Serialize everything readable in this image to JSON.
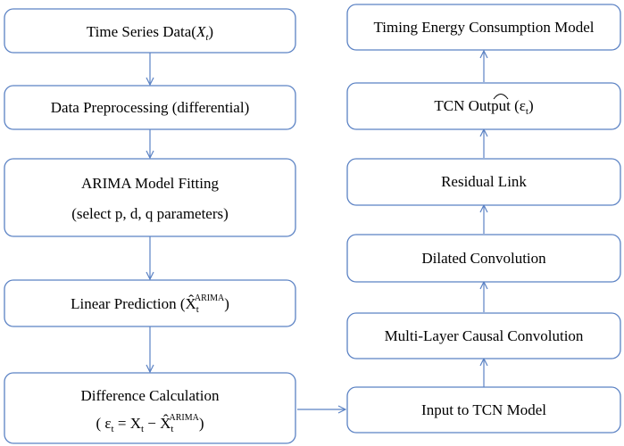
{
  "left": {
    "time_series": {
      "text": "Time Series Data(",
      "var": "X",
      "sub": "t",
      "close": ")"
    },
    "preprocessing": {
      "text": "Data Preprocessing (differential)"
    },
    "arima": {
      "line1": "ARIMA Model Fitting",
      "line2": "(select p, d, q parameters)"
    },
    "linear": {
      "text": "Linear Prediction (",
      "var": "X̂",
      "sub": "t",
      "sup": "ARIMA",
      "close": ")"
    },
    "difference": {
      "line1": "Difference Calculation",
      "open": "( ε",
      "sub1": "t",
      "eq": " = X",
      "sub2": "t",
      "minus": " − X̂",
      "sub3": "t",
      "sup": "ARIMA",
      "close": ")"
    }
  },
  "right": {
    "input_tcn": {
      "text": "Input to TCN Model"
    },
    "multilayer": {
      "text": "Multi-Layer Causal Convolution"
    },
    "dilated": {
      "text": "Dilated Convolution"
    },
    "residual": {
      "text": "Residual Link"
    },
    "tcn_output": {
      "text": "TCN Output (",
      "var": "ε",
      "sub": "t",
      "close": ")"
    },
    "timing": {
      "text": "Timing Energy Consumption Model"
    }
  },
  "colors": {
    "box_stroke": "#5b82c4",
    "arrow": "#5b82c4",
    "text": "#000000",
    "background": "#ffffff"
  }
}
